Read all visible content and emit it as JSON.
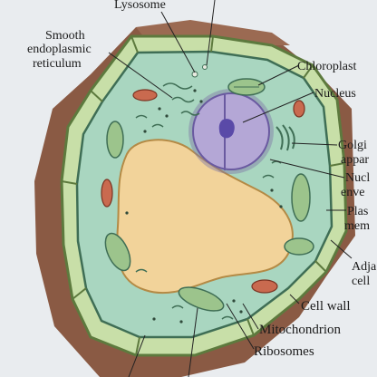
{
  "labels": {
    "lysosome": "Lysosome",
    "smooth_er_line1": "Smooth",
    "smooth_er_line2": "endoplasmic",
    "smooth_er_line3": "reticulum",
    "chloroplast": "Chloroplast",
    "nucleus": "Nucleus",
    "golgi_line1": "Golgi",
    "golgi_line2": "appar",
    "nuclear_env_line1": "Nucl",
    "nuclear_env_line2": "enve",
    "plasma_mem_line1": "Plas",
    "plasma_mem_line2": "mem",
    "adjacent_line1": "Adja",
    "adjacent_line2": "cell",
    "cell_wall": "Cell wall",
    "mitochondrion": "Mitochondrion",
    "ribosomes": "Ribosomes"
  },
  "colors": {
    "paper": "#e9ecef",
    "cell_wall_brown": "#8a5a44",
    "wall_green": "#b9d59a",
    "cytoplasm": "#a9d6c0",
    "vacuole": "#f2d39a",
    "nucleus": "#b4a7d6",
    "nucleolus": "#5a4aa8",
    "chloroplast": "#9cc48c",
    "mitochondrion": "#c96a4f"
  }
}
